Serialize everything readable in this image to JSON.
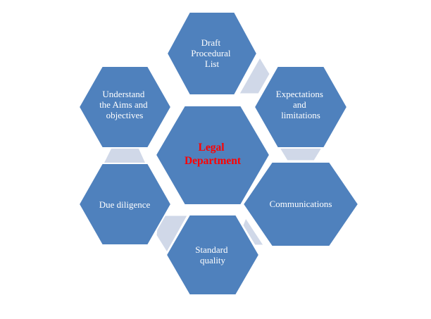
{
  "diagram": {
    "center": {
      "lines": [
        "Legal",
        "Department"
      ],
      "text_color": "#ff0000"
    },
    "nodes": [
      {
        "id": "draft",
        "lines": [
          "Draft",
          "Procedural",
          "List"
        ]
      },
      {
        "id": "expectations",
        "lines": [
          "Expectations",
          "and",
          "limitations"
        ]
      },
      {
        "id": "communications",
        "lines": [
          "Communications"
        ]
      },
      {
        "id": "standard",
        "lines": [
          "Standard",
          "quality"
        ]
      },
      {
        "id": "due-diligence",
        "lines": [
          "Due diligence"
        ]
      },
      {
        "id": "understand",
        "lines": [
          "Understand",
          "the Aims and",
          "objectives"
        ]
      }
    ],
    "colors": {
      "hex_fill": "#4f81bd",
      "connector_fill": "#d0d8e8"
    }
  }
}
